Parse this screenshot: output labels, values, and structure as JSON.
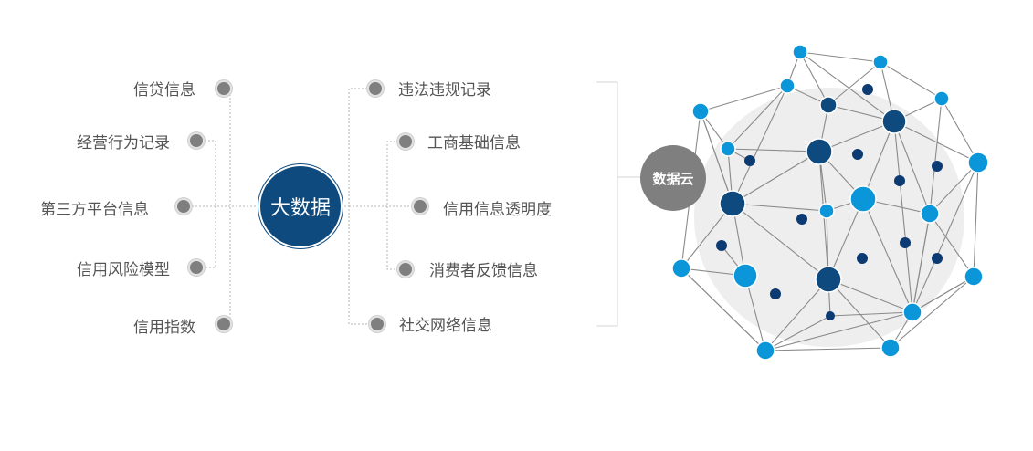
{
  "center": {
    "label": "大数据"
  },
  "left_items": [
    {
      "label": "信贷信息"
    },
    {
      "label": "经营行为记录"
    },
    {
      "label": "第三方平台信息"
    },
    {
      "label": "信用风险模型"
    },
    {
      "label": "信用指数"
    }
  ],
  "right_items": [
    {
      "label": "违法违规记录"
    },
    {
      "label": "工商基础信息"
    },
    {
      "label": "信用信息透明度"
    },
    {
      "label": "消费者反馈信息"
    },
    {
      "label": "社交网络信息"
    }
  ],
  "cloud": {
    "label": "数据云"
  },
  "colors": {
    "center_fill": "#0e4a7e",
    "bullet": "#7f7f7f",
    "node_light": "#0a96d8",
    "node_dark": "#0e4a7e",
    "node_navy": "#0c3a72",
    "halo": "#eeeeee"
  }
}
